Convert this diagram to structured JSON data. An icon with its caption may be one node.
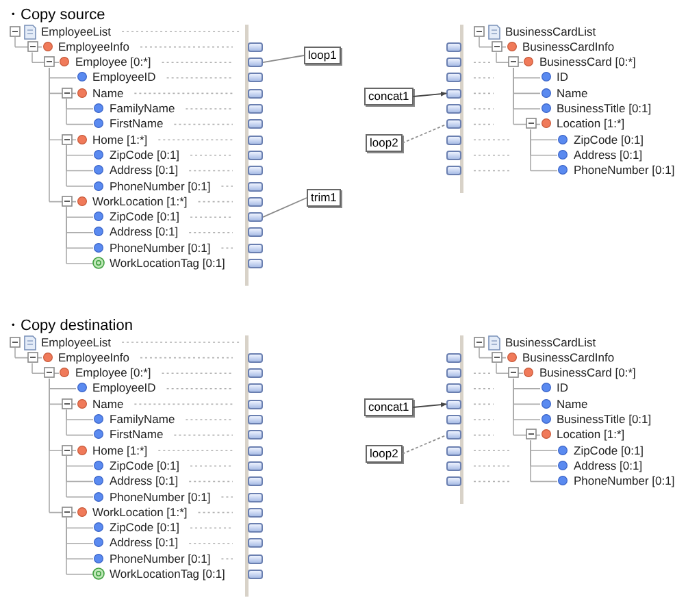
{
  "diagram": {
    "nodes": [
      {
        "text": [
          "loop1"
        ]
      },
      {
        "text": [],
        "shape": "box"
      },
      {
        "text": [
          "trim1"
        ]
      },
      {
        "text": [],
        "shape": "box"
      },
      {
        "text": [
          "concat1"
        ]
      },
      {
        "text": [],
        "shape": "box"
      },
      {
        "text": [
          "loop2"
        ]
      },
      {
        "text": [],
        "shape": "box"
      },
      {
        "text": [
          "concat1"
        ]
      },
      {
        "text": [],
        "shape": "box"
      },
      {
        "text": [
          "loop2"
        ]
      },
      {
        "text": [],
        "shape": "box"
      }
    ],
    "edges": [
      {
        "from": 0,
        "to": 1,
        "arrow": "none"
      },
      {
        "from": 2,
        "to": 3,
        "arrow": "none"
      },
      {
        "from": 4,
        "to": 5,
        "arrow": "to",
        "color": "#444444"
      },
      {
        "from": 6,
        "to": 7,
        "arrow": "none",
        "style": "dashed"
      },
      {
        "from": 8,
        "to": 9,
        "arrow": "to",
        "color": "#444444"
      },
      {
        "from": 10,
        "to": 11,
        "arrow": "none",
        "style": "dashed"
      }
    ],
    "labels": [
      "・Copy source",
      "EmployeeList",
      "EmployeeInfo",
      "Employee [0:*]",
      "EmployeeID",
      "Name",
      "FamilyName",
      "FirstName",
      "Home [1:*]",
      "ZipCode [0:1]",
      "Address [0:1]",
      "PhoneNumber [0:1]",
      "WorkLocation [1:*]",
      "ZipCode [0:1]",
      "Address [0:1]",
      "PhoneNumber [0:1]",
      "WorkLocationTag [0:1]",
      "BusinessCardList",
      "BusinessCardInfo",
      "BusinessCard [0:*]",
      "ID",
      "Name",
      "BusinessTitle [0:1]",
      "Location [1:*]",
      "ZipCode [0:1]",
      "Address [0:1]",
      "PhoneNumber [0:1]",
      "・Copy destination",
      "EmployeeList",
      "EmployeeInfo",
      "Employee [0:*]",
      "EmployeeID",
      "Name",
      "FamilyName",
      "FirstName",
      "Home [1:*]",
      "ZipCode [0:1]",
      "Address [0:1]",
      "PhoneNumber [0:1]",
      "WorkLocation [1:*]",
      "ZipCode [0:1]",
      "Address [0:1]",
      "PhoneNumber [0:1]",
      "WorkLocationTag [0:1]",
      "BusinessCardList",
      "BusinessCardInfo",
      "BusinessCard [0:*]",
      "ID",
      "Name",
      "BusinessTitle [0:1]",
      "Location [1:*]",
      "ZipCode [0:1]",
      "Address [0:1]",
      "PhoneNumber [0:1]"
    ]
  }
}
